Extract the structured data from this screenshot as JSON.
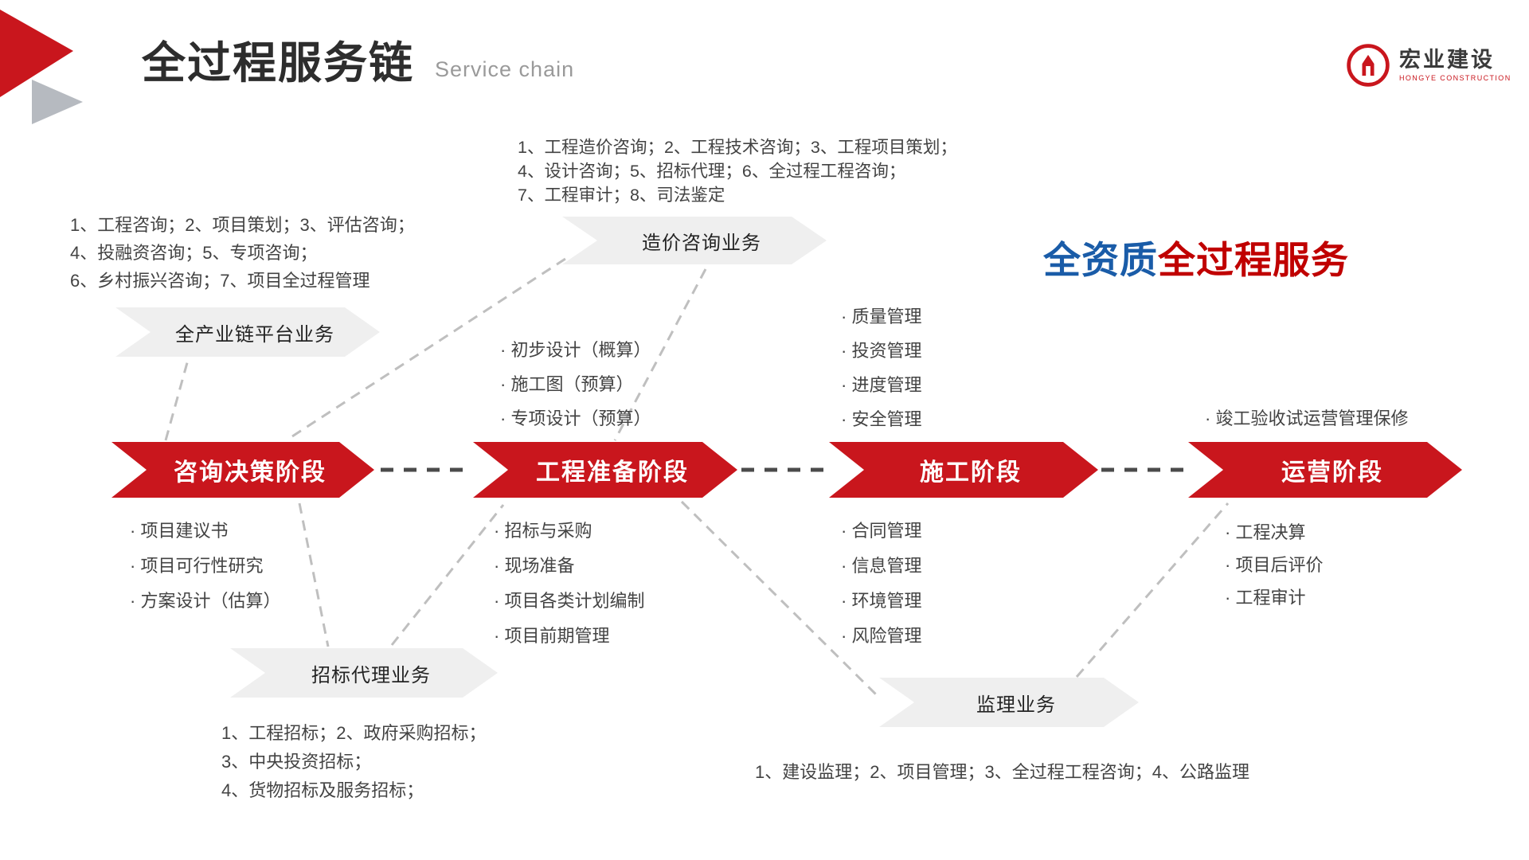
{
  "header": {
    "title": "全过程服务链",
    "subtitle": "Service chain"
  },
  "logo": {
    "name": "宏业建设",
    "subtext": "HONGYE CONSTRUCTION"
  },
  "headline": {
    "blue": "全资质",
    "red": "全过程服务"
  },
  "colors": {
    "primary_red": "#c9161d",
    "headline_blue": "#1a5ca8",
    "headline_red": "#c00000",
    "banner_gray": "#efefef",
    "dash_light": "#bfbfbf",
    "dash_dark": "#4b4b4b",
    "text_dark": "#434343"
  },
  "business_banners": {
    "platform": {
      "label": "全产业链平台业务",
      "list": [
        "1、工程咨询；2、项目策划；3、评估咨询；",
        "4、投融资咨询；5、专项咨询；",
        "6、乡村振兴咨询；7、项目全过程管理"
      ]
    },
    "cost": {
      "label": "造价咨询业务",
      "list": [
        "1、工程造价咨询；2、工程技术咨询；3、工程项目策划；",
        "4、设计咨询；5、招标代理；6、全过程工程咨询；",
        "7、工程审计；8、司法鉴定"
      ]
    },
    "bidding": {
      "label": "招标代理业务",
      "list": [
        "1、工程招标；2、政府采购招标；",
        "3、中央投资招标；",
        "4、货物招标及服务招标；"
      ]
    },
    "supervision": {
      "label": "监理业务",
      "list": [
        "1、建设监理；2、项目管理；3、全过程工程咨询；4、公路监理"
      ]
    }
  },
  "stages": [
    {
      "label": "咨询决策阶段",
      "below": [
        "· 项目建议书",
        "· 项目可行性研究",
        "· 方案设计（估算）"
      ]
    },
    {
      "label": "工程准备阶段",
      "above": [
        "· 初步设计（概算）",
        "· 施工图（预算）",
        "· 专项设计（预算）"
      ],
      "below": [
        "· 招标与采购",
        "· 现场准备",
        "· 项目各类计划编制",
        "· 项目前期管理"
      ]
    },
    {
      "label": "施工阶段",
      "above": [
        "· 质量管理",
        "· 投资管理",
        "· 进度管理",
        "· 安全管理"
      ],
      "below": [
        "· 合同管理",
        "· 信息管理",
        "· 环境管理",
        "· 风险管理"
      ]
    },
    {
      "label": "运营阶段",
      "above": [
        "· 竣工验收试运营管理保修"
      ],
      "below": [
        "· 工程决算",
        "· 项目后评价",
        "· 工程审计"
      ]
    }
  ]
}
